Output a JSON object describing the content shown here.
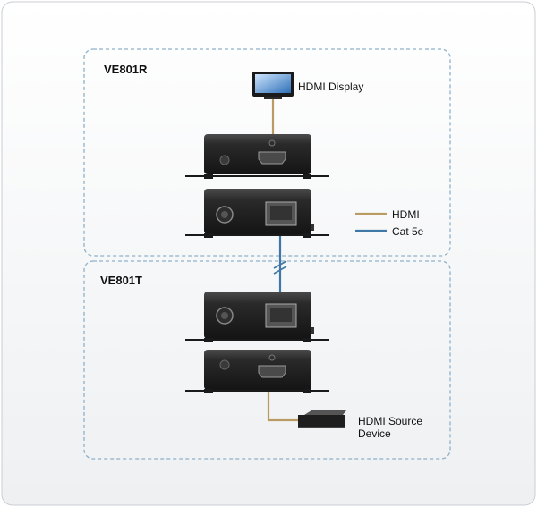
{
  "receiver": {
    "model": "VE801R",
    "display_label": "HDMI Display"
  },
  "transmitter": {
    "model": "VE801T",
    "source_label_line1": "HDMI Source",
    "source_label_line2": "Device"
  },
  "legend": {
    "items": [
      {
        "label": "HDMI",
        "color": "#b99b63"
      },
      {
        "label": "Cat 5e",
        "color": "#3f78a6"
      }
    ]
  },
  "colors": {
    "zone_border": "#8fb1c9",
    "device_body": "#1e1e1e",
    "hdmi_cable": "#b99b63",
    "cat5e_cable": "#3f78a6"
  }
}
